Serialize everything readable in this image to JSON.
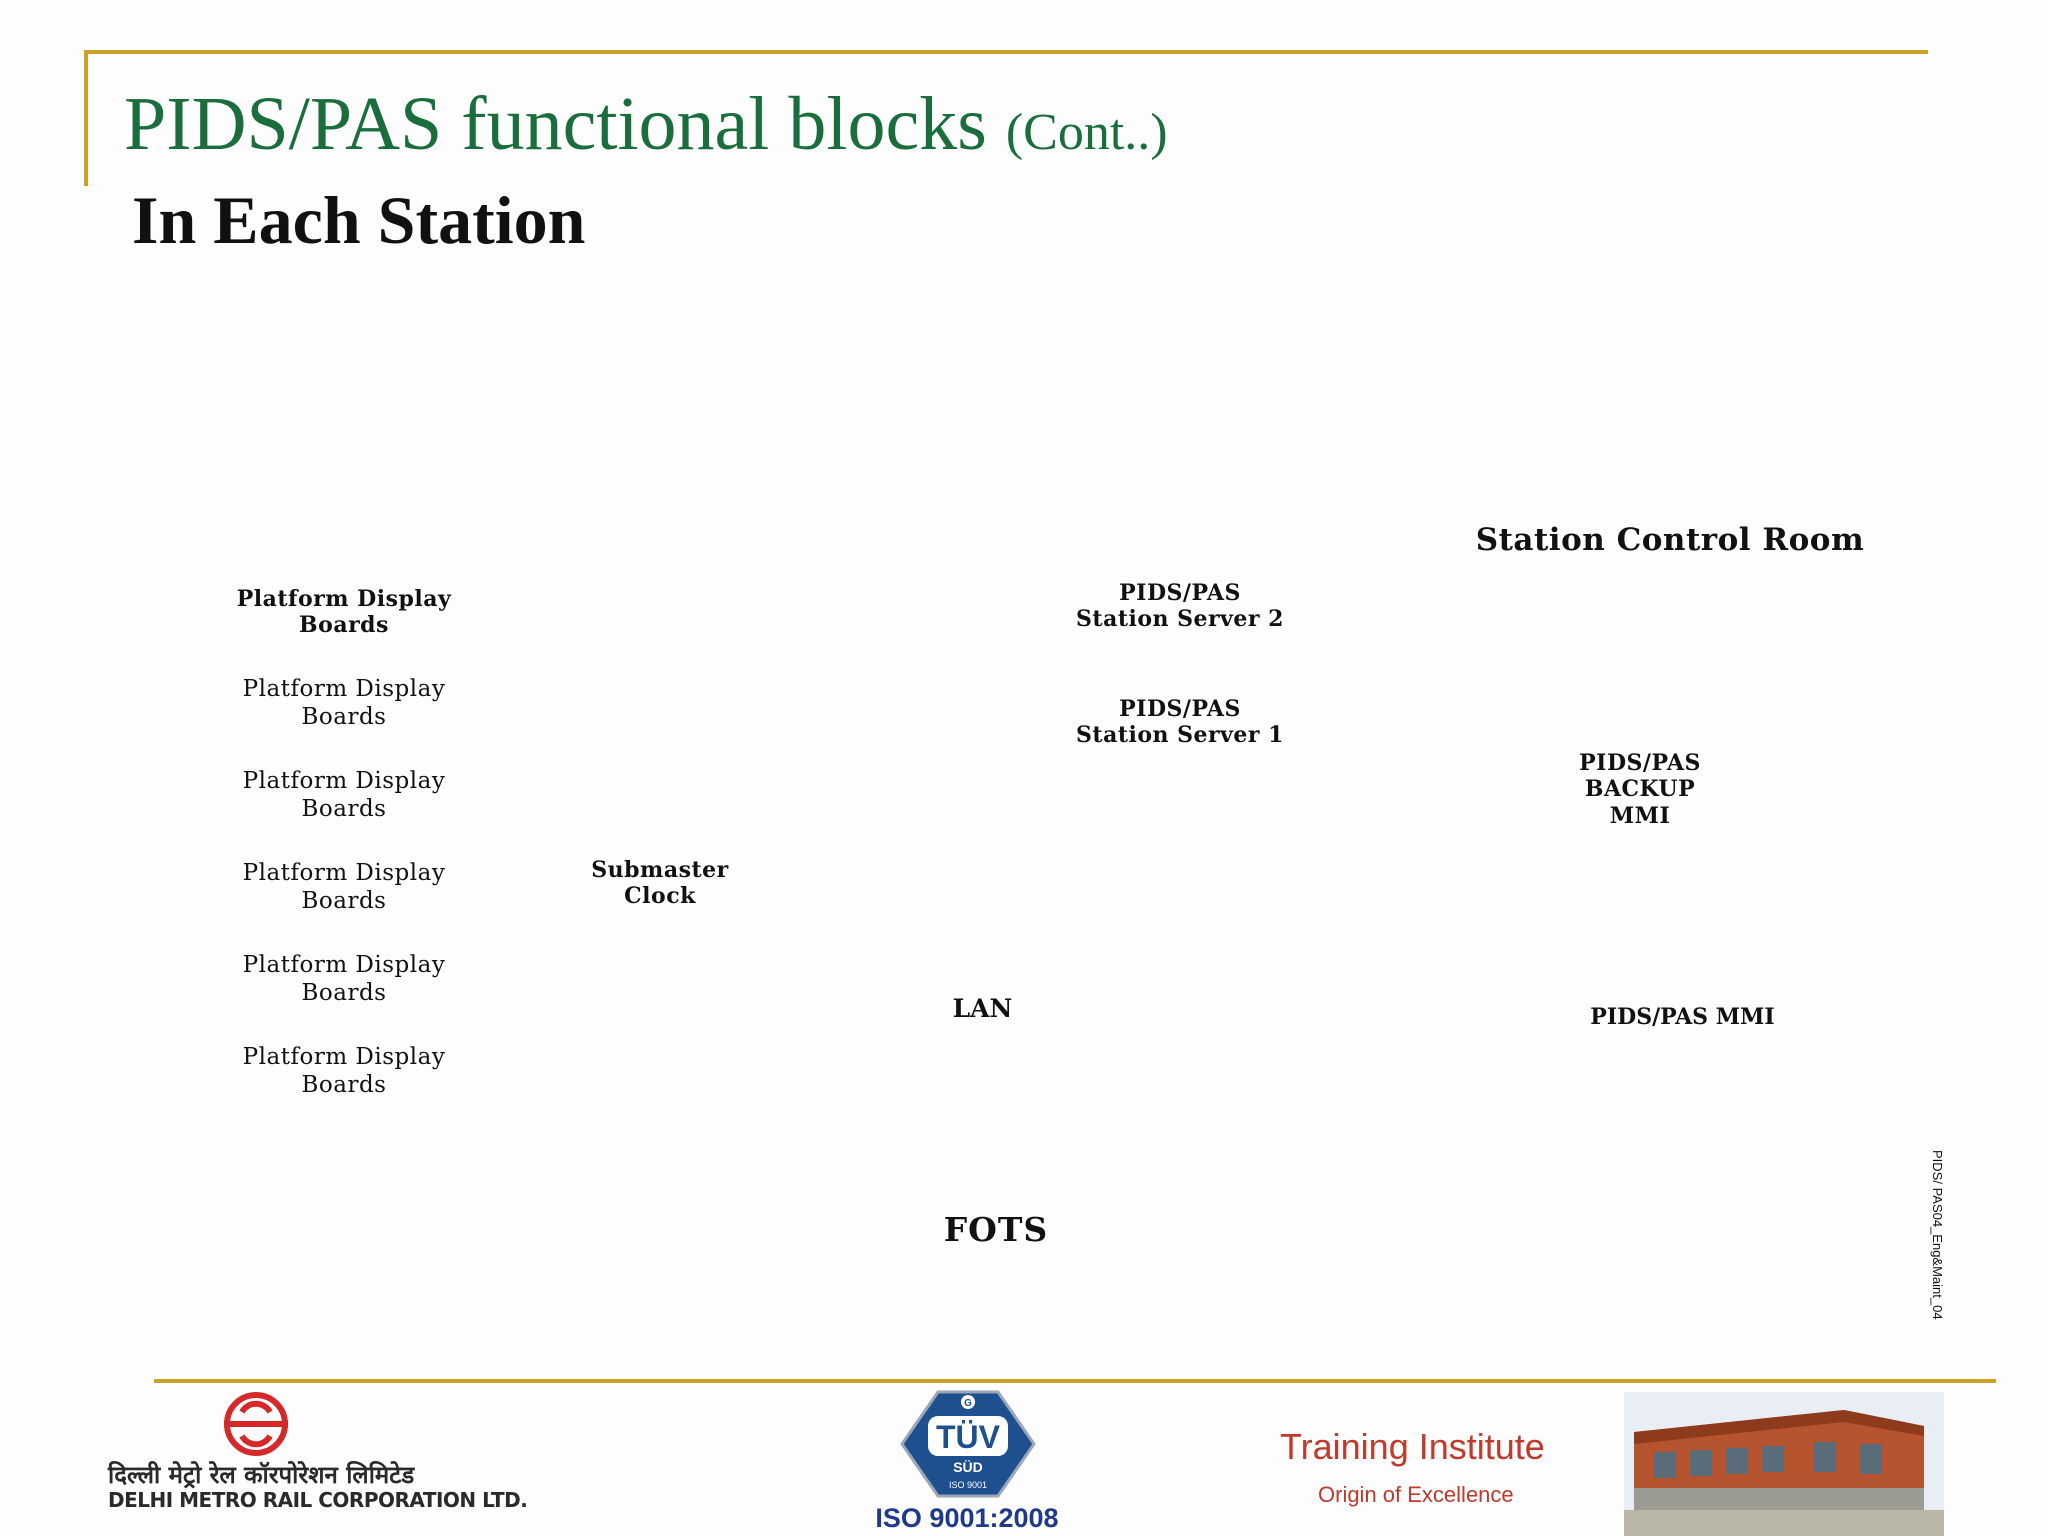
{
  "header": {
    "title": "PIDS/PAS functional blocks",
    "title_suffix": "(Cont..)",
    "subtitle": "In Each Station"
  },
  "diagram": {
    "station_control_room": "Station Control Room",
    "platform_boards": [
      "Platform Display\nBoards",
      "Platform Display\nBoards",
      "Platform Display\nBoards",
      "Platform Display\nBoards",
      "Platform Display\nBoards",
      "Platform Display\nBoards"
    ],
    "submaster_clock": "Submaster\nClock",
    "server_2": "PIDS/PAS\nStation Server 2",
    "server_1": "PIDS/PAS\nStation Server 1",
    "backup_mmi": "PIDS/PAS\nBACKUP\nMMI",
    "lan": "LAN",
    "mmi": "PIDS/PAS MMI",
    "fots": "FOTS"
  },
  "side_code": "PIDS/ PAS04_Eng&Maint_04",
  "footer": {
    "dmrc_hindi": "दिल्ली मेट्रो रेल कॉरपोरेशन लिमिटेड",
    "dmrc_english": "DELHI METRO RAIL CORPORATION LTD.",
    "tuv_mark": "TÜV",
    "tuv_sub": "SÜD",
    "tuv_g": "G",
    "tuv_cert": "ISO 9001",
    "iso": "ISO 9001:2008",
    "training_title": "Training Institute",
    "training_tagline": "Origin of Excellence"
  },
  "colors": {
    "title_green": "#1a6e3c",
    "rule_gold": "#c9a227",
    "dmrc_red": "#d62828",
    "iso_blue": "#1f3a8a",
    "training_red": "#c0392b"
  }
}
